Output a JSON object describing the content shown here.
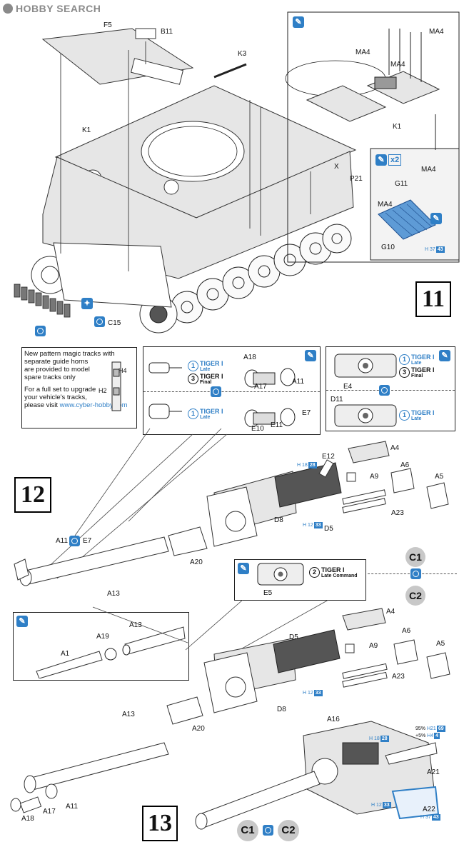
{
  "watermark": {
    "brand": "HOBBY SEARCH"
  },
  "steps": {
    "s11": "11",
    "s12": "12",
    "s13": "13"
  },
  "parts": {
    "F5": "F5",
    "B11": "B11",
    "K3": "K3",
    "K1": "K1",
    "X": "X",
    "P21": "P21",
    "C15": "C15",
    "MA4": "MA4",
    "K1_inset": "K1",
    "G11": "G11",
    "G10": "G10",
    "A18": "A18",
    "A17": "A17",
    "A11": "A11",
    "E7": "E7",
    "E10": "E10",
    "E11": "E11",
    "E4": "E4",
    "D11": "D11",
    "E12": "E12",
    "A4": "A4",
    "A9": "A9",
    "A6": "A6",
    "A5": "A5",
    "A23": "A23",
    "D8": "D8",
    "D5": "D5",
    "A20": "A20",
    "A13": "A13",
    "E5": "E5",
    "A1": "A1",
    "A19": "A19",
    "A16": "A16",
    "A21": "A21",
    "A22": "A22",
    "H2": "H2",
    "H4": "H4"
  },
  "note": {
    "line1": "New pattern magic tracks with",
    "line2": "separate guide horns",
    "line3": "are provided to model",
    "line4": "spare tracks only",
    "line5": "For a full set to upgrade",
    "line6": "your vehicle's tracks,",
    "line7": "please visit ",
    "link": "www.cyber-hobby.com"
  },
  "versions": {
    "v1_num": "1",
    "v1_name": "TIGER I",
    "v1_sub": "Late",
    "v3_num": "3",
    "v3_name": "TIGER I",
    "v3_sub": "Final",
    "v2_num": "2",
    "v2_name": "TIGER I",
    "v2_sub": "Late Command"
  },
  "alternatives": {
    "c1": "C1",
    "c2": "C2"
  },
  "count": {
    "x2": "x2"
  },
  "paint_refs": {
    "h37": "H",
    "h37n": "37",
    "h37b": "43",
    "h18": "H",
    "h18n": "18",
    "h18b": "28",
    "h12": "H",
    "h12n": "12",
    "h12b": "33",
    "mix1": "95%",
    "mix1h": "H",
    "mix1n": "21",
    "mix1b": "69",
    "mix2": "+5%",
    "mix2h": "H",
    "mix2n": "4",
    "mix2b": "4"
  }
}
